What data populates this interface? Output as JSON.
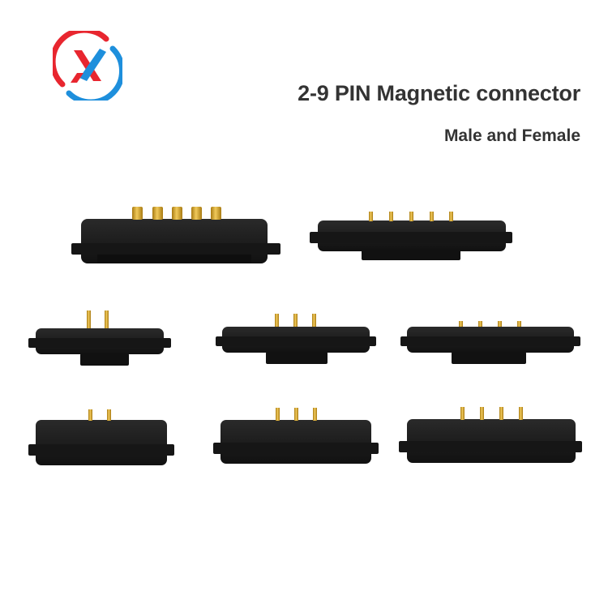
{
  "header": {
    "title": "2-9 PIN Magnetic connector",
    "subtitle": "Male and Female"
  },
  "logo": {
    "name": "xk-logo",
    "colors": {
      "ring_red": "#e8262f",
      "ring_blue": "#1e8fdc"
    }
  },
  "products": [
    {
      "name": "5-pin-female-large",
      "pins": 5
    },
    {
      "name": "5-pin-male",
      "pins": 5
    },
    {
      "name": "2-pin-male",
      "pins": 2
    },
    {
      "name": "3-pin-male",
      "pins": 3
    },
    {
      "name": "4-pin-male",
      "pins": 4
    },
    {
      "name": "2-pin-female",
      "pins": 2
    },
    {
      "name": "3-pin-female",
      "pins": 3
    },
    {
      "name": "4-pin-female",
      "pins": 4
    }
  ],
  "colors": {
    "body": "#1a1a1a",
    "body_edge": "#2c2c2c",
    "pin_gold": "#d4a52a",
    "pin_gold_dark": "#a87a12",
    "text": "#333333"
  }
}
